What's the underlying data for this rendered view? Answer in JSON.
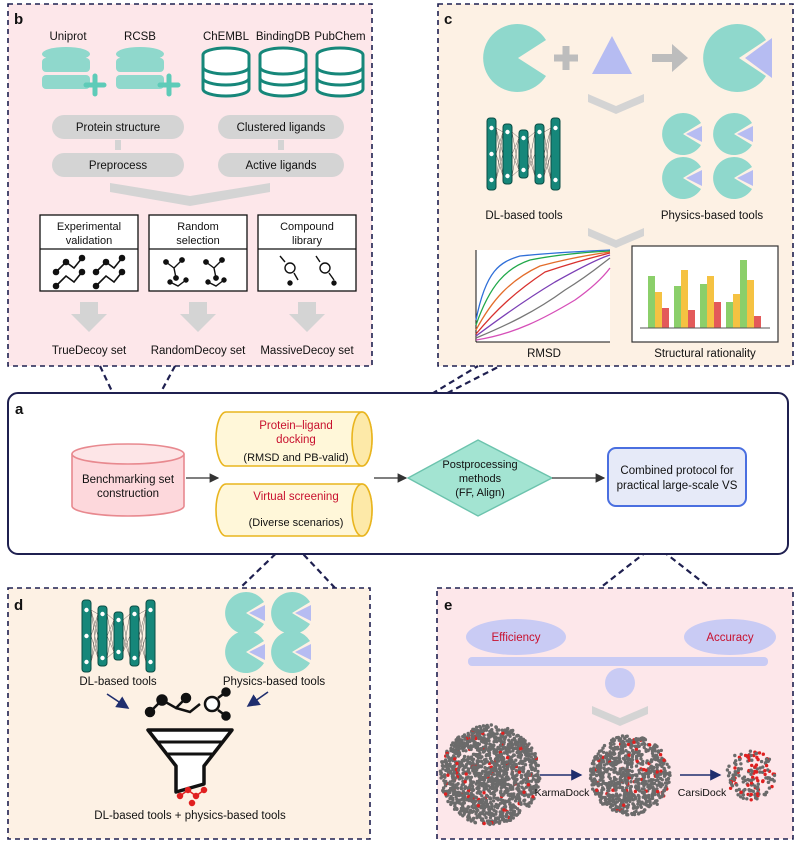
{
  "panels": {
    "a": {
      "letter": "a",
      "benchmark": [
        "Benchmarking set",
        "construction"
      ],
      "docking": {
        "title": [
          "Protein–ligand",
          "docking"
        ],
        "sub": "(RMSD and PB-valid)"
      },
      "vs": {
        "title": "Virtual screening",
        "sub": "(Diverse scenarios)"
      },
      "post": [
        "Postprocessing",
        "methods",
        "(FF, Align)"
      ],
      "combined": [
        "Combined protocol for",
        "practical large-scale VS"
      ]
    },
    "b": {
      "letter": "b",
      "sources": [
        "Uniprot",
        "RCSB",
        "ChEMBL",
        "BindingDB",
        "PubChem"
      ],
      "protein_structure": "Protein structure",
      "preprocess": "Preprocess",
      "clustered": "Clustered ligands",
      "active": "Active ligands",
      "cards": [
        [
          "Experimental",
          "validation"
        ],
        [
          "Random",
          "selection"
        ],
        [
          "Compound",
          "library"
        ]
      ],
      "outputs": [
        "TrueDecoy set",
        "RandomDecoy set",
        "MassiveDecoy set"
      ]
    },
    "c": {
      "letter": "c",
      "dl_label": "DL-based tools",
      "phys_label": "Physics-based tools",
      "rmsd_label": "RMSD",
      "struct_label": "Structural rationality"
    },
    "d": {
      "letter": "d",
      "dl_label": "DL-based tools",
      "phys_label": "Physics-based tools",
      "combined_label": "DL-based tools + physics-based tools"
    },
    "e": {
      "letter": "e",
      "efficiency": "Efficiency",
      "accuracy": "Accuracy",
      "karma": "KarmaDock",
      "carsi": "CarsiDock"
    }
  },
  "colors": {
    "teal": "#8fd8cc",
    "teal_dark": "#16877a",
    "pink_bg": "#fde7ea",
    "peach_bg": "#fdf1e4",
    "lavender": "#c9cbf4",
    "red_text": "#c8102e",
    "gold": "#f0c242"
  }
}
